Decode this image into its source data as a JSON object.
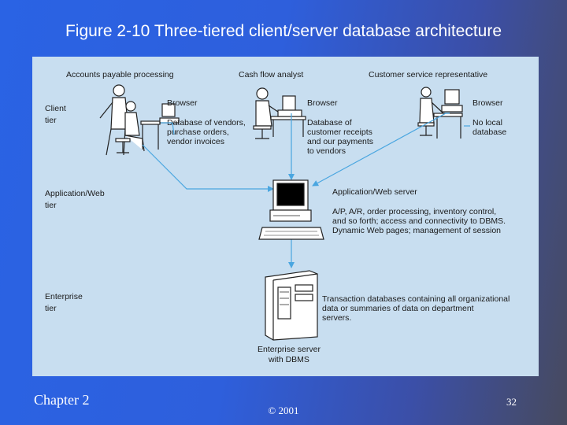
{
  "slide": {
    "title": "Figure 2-10 Three-tiered client/server database architecture",
    "footer_left": "Chapter 2",
    "footer_center": "© 2001",
    "page_number": "32"
  },
  "diagram": {
    "column_headers": [
      "Accounts payable processing",
      "Cash flow analyst",
      "Customer service representative"
    ],
    "tiers": {
      "client": [
        "Client",
        "tier"
      ],
      "application": [
        "Application/Web",
        "tier"
      ],
      "enterprise": [
        "Enterprise",
        "tier"
      ]
    },
    "clients": [
      {
        "browser": "Browser",
        "details": [
          "Database of vendors,",
          "purchase orders,",
          "vendor invoices"
        ]
      },
      {
        "browser": "Browser",
        "details": [
          "Database of",
          "customer receipts",
          "and our payments",
          "to vendors"
        ]
      },
      {
        "browser": "Browser",
        "details": [
          "No local",
          "database"
        ]
      }
    ],
    "app_server": {
      "name": "Application/Web server",
      "details": [
        "A/P, A/R, order processing, inventory control,",
        "and so forth; access and connectivity to DBMS.",
        "Dynamic Web pages; management of session"
      ]
    },
    "enterprise_server": {
      "name": [
        "Enterprise server",
        "with DBMS"
      ],
      "details": [
        "Transaction databases containing all organizational",
        "data or summaries of data on department",
        "servers."
      ]
    },
    "colors": {
      "panel": "#c8def0",
      "arrow": "#4aa6e0",
      "figure": "#ffffff"
    }
  }
}
